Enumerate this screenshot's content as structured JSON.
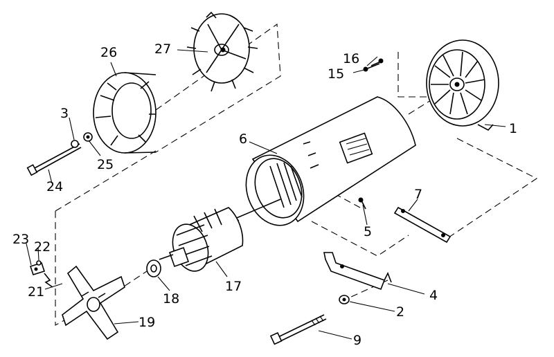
{
  "parts": [
    {
      "id": "p1",
      "label": "1"
    },
    {
      "id": "p2",
      "label": "2"
    },
    {
      "id": "p3",
      "label": "3"
    },
    {
      "id": "p4",
      "label": "4"
    },
    {
      "id": "p5",
      "label": "5"
    },
    {
      "id": "p6",
      "label": "6"
    },
    {
      "id": "p7",
      "label": "7"
    },
    {
      "id": "p9",
      "label": "9"
    },
    {
      "id": "p15",
      "label": "15"
    },
    {
      "id": "p16",
      "label": "16"
    },
    {
      "id": "p17",
      "label": "17"
    },
    {
      "id": "p18",
      "label": "18"
    },
    {
      "id": "p19",
      "label": "19"
    },
    {
      "id": "p21",
      "label": "21"
    },
    {
      "id": "p22",
      "label": "22"
    },
    {
      "id": "p23",
      "label": "23"
    },
    {
      "id": "p24",
      "label": "24"
    },
    {
      "id": "p25",
      "label": "25"
    },
    {
      "id": "p26",
      "label": "26"
    },
    {
      "id": "p27",
      "label": "27"
    }
  ]
}
